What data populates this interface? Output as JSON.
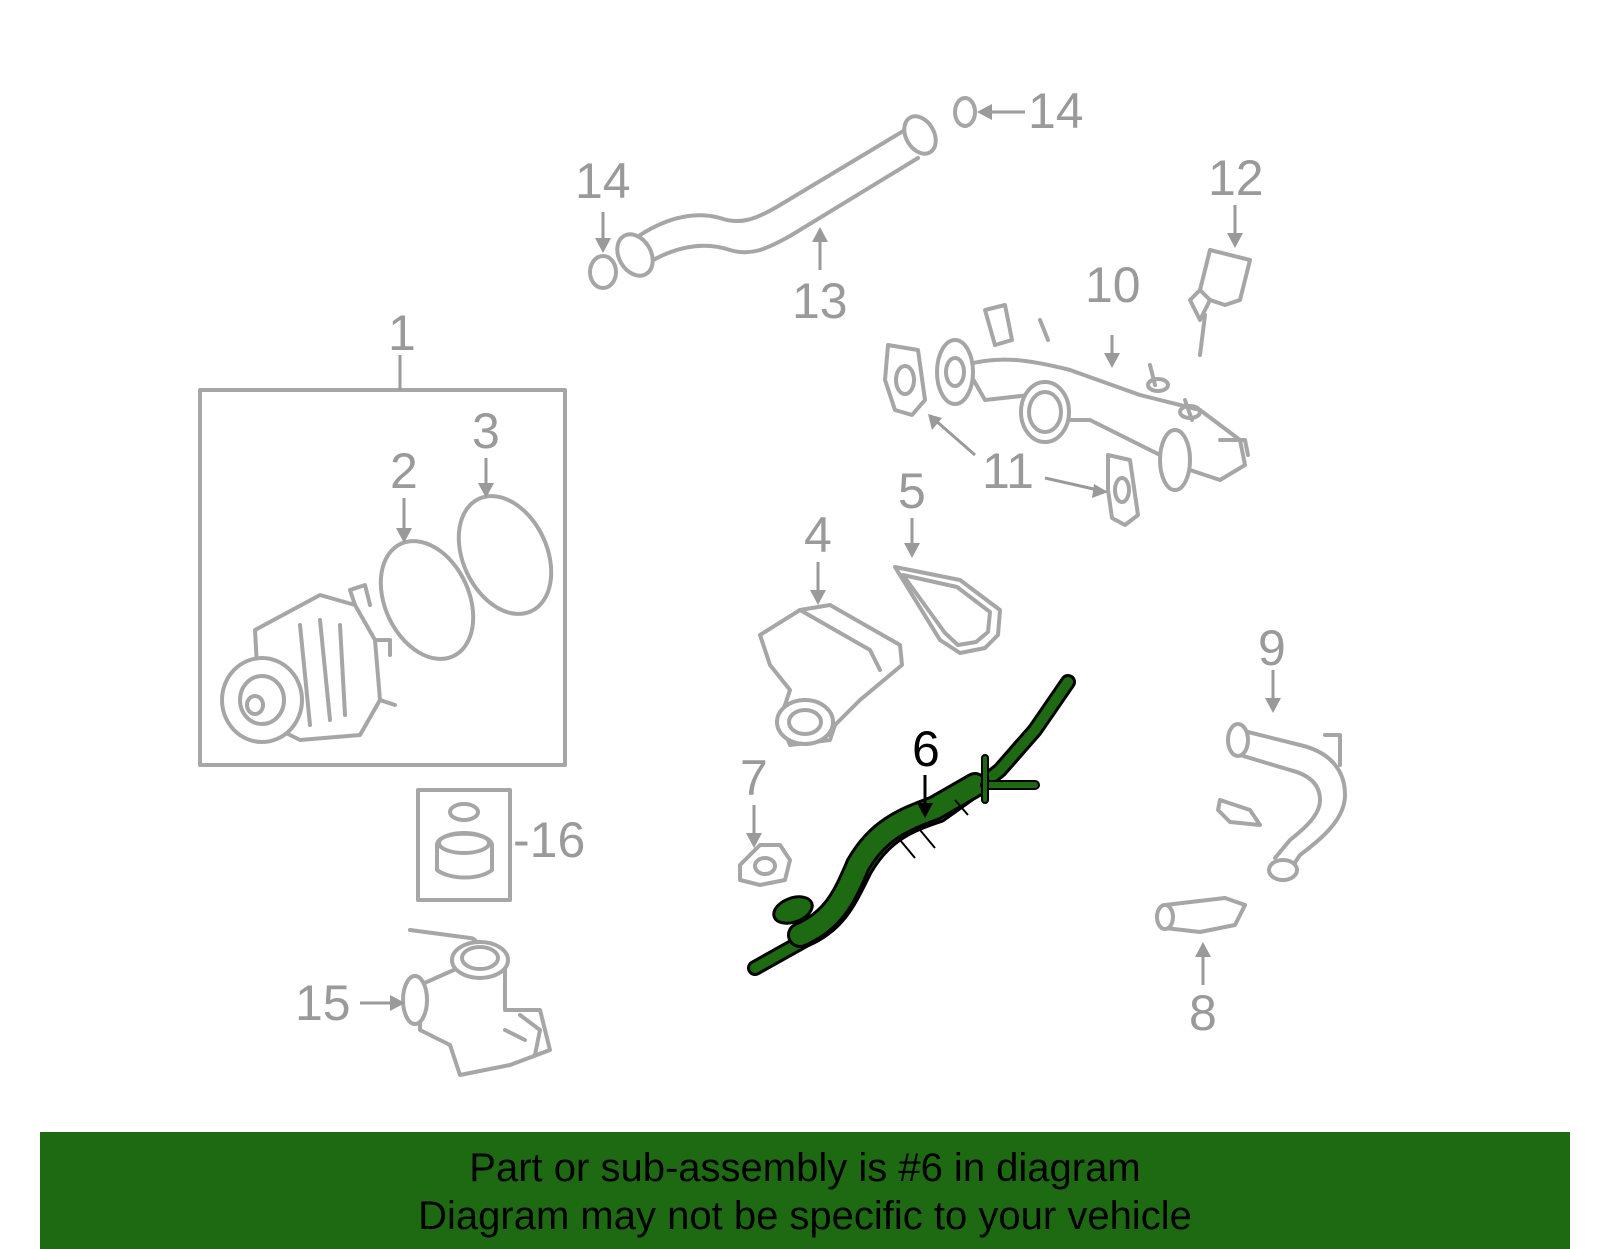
{
  "callouts": {
    "c1": "1",
    "c2": "2",
    "c3": "3",
    "c4": "4",
    "c5": "5",
    "c6": "6",
    "c7": "7",
    "c8": "8",
    "c9": "9",
    "c10": "10",
    "c11": "11",
    "c12": "12",
    "c13": "13",
    "c14a": "14",
    "c14b": "14",
    "c15": "15",
    "c16": "-16"
  },
  "highlight": {
    "part": "6",
    "color": "#1d6a12"
  },
  "banner": {
    "line1": "Part or sub-assembly is #6 in diagram",
    "line2": "Diagram may not be specific to your vehicle",
    "background": "#1d6a12"
  }
}
